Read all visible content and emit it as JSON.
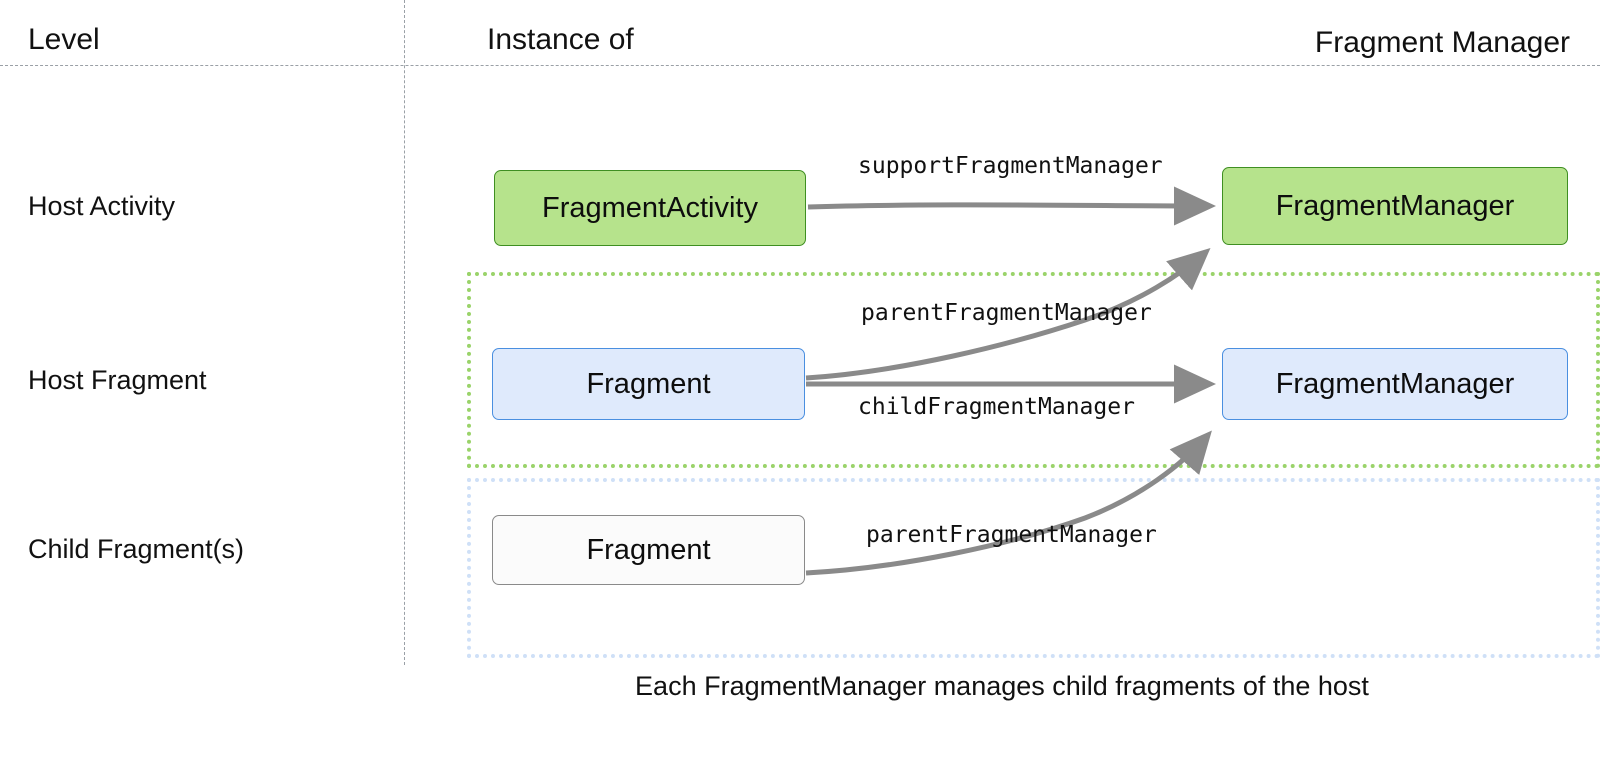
{
  "diagram": {
    "headers": {
      "level": "Level",
      "instance_of": "Instance of",
      "fragment_manager": "Fragment Manager"
    },
    "rows": [
      {
        "label": "Host Activity",
        "instance": "FragmentActivity",
        "manager": "FragmentManager"
      },
      {
        "label": "Host Fragment",
        "instance": "Fragment",
        "manager": "FragmentManager"
      },
      {
        "label": "Child Fragment(s)",
        "instance": "Fragment",
        "manager": ""
      }
    ],
    "edge_labels": {
      "support": "supportFragmentManager",
      "parent_from_host_fragment": "parentFragmentManager",
      "child": "childFragmentManager",
      "parent_from_child_fragment": "parentFragmentManager"
    },
    "caption": "Each FragmentManager manages child fragments of the host",
    "colors": {
      "green_fill": "#b6e38c",
      "green_stroke": "#3f8f22",
      "blue_fill": "#dfeafc",
      "blue_stroke": "#4a8fe0",
      "plain_fill": "#fbfbfb",
      "plain_stroke": "#8a8a8a",
      "group_green_dotted": "#9ad36a",
      "group_blue_dotted": "#cfe0f7",
      "guide_line": "#9aa0a6",
      "arrow": "#8a8a8a",
      "text": "#111111"
    }
  }
}
